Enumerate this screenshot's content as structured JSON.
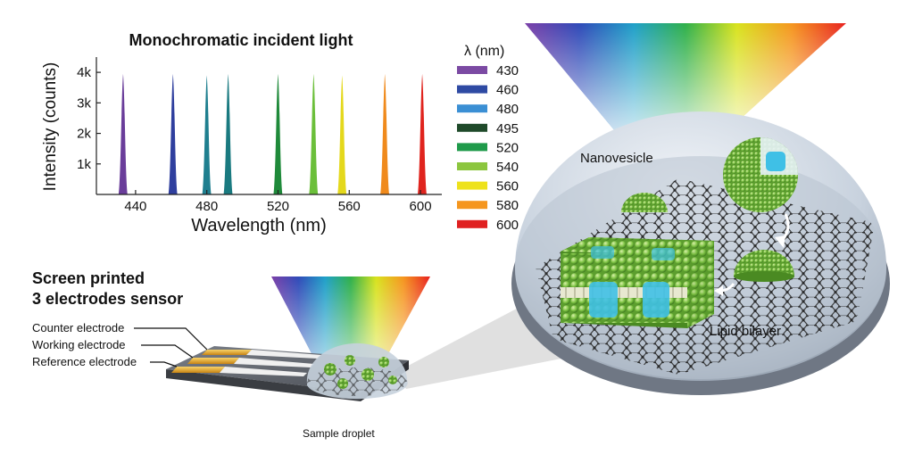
{
  "spectrum_chart": {
    "title": "Monochromatic incident light",
    "xlabel": "Wavelength (nm)",
    "ylabel": "Intensity (counts)",
    "x_ticks": [
      "440",
      "480",
      "520",
      "560",
      "600"
    ],
    "x_tick_values": [
      440,
      480,
      520,
      560,
      600
    ],
    "y_ticks": [
      "1k",
      "2k",
      "3k",
      "4k"
    ],
    "y_tick_values": [
      1000,
      2000,
      3000,
      4000
    ],
    "xlim": [
      418,
      612
    ],
    "ylim": [
      0,
      4500
    ],
    "legend_title": "λ (nm)"
  },
  "chart_data": {
    "type": "area",
    "title": "Monochromatic incident light",
    "xlabel": "Wavelength (nm)",
    "ylabel": "Intensity (counts)",
    "xlim": [
      418,
      612
    ],
    "ylim": [
      0,
      4500
    ],
    "grid": false,
    "legend_placement": "right",
    "series": [
      {
        "name": "430",
        "peak_x": 433,
        "peak_y": 3950,
        "color": "#6a3d9a"
      },
      {
        "name": "460",
        "peak_x": 461,
        "peak_y": 3950,
        "color": "#2f3f9e"
      },
      {
        "name": "480",
        "peak_x": 480,
        "peak_y": 3900,
        "color": "#1f7f8f"
      },
      {
        "name": "495",
        "peak_x": 492,
        "peak_y": 3950,
        "color": "#1a7a80"
      },
      {
        "name": "520",
        "peak_x": 520,
        "peak_y": 3950,
        "color": "#1f8a3a"
      },
      {
        "name": "540",
        "peak_x": 540,
        "peak_y": 3950,
        "color": "#6bbf3a"
      },
      {
        "name": "560",
        "peak_x": 556,
        "peak_y": 3900,
        "color": "#e4d81c"
      },
      {
        "name": "580",
        "peak_x": 580,
        "peak_y": 3950,
        "color": "#f08a1c"
      },
      {
        "name": "600",
        "peak_x": 601,
        "peak_y": 3950,
        "color": "#e0241e"
      }
    ]
  },
  "legend": {
    "title": "λ (nm)",
    "items": [
      {
        "label": "430",
        "color": "#7b4aa3"
      },
      {
        "label": "460",
        "color": "#2e4aa3"
      },
      {
        "label": "480",
        "color": "#3b8fd4"
      },
      {
        "label": "495",
        "color": "#1f4a2a"
      },
      {
        "label": "520",
        "color": "#1f9a4a"
      },
      {
        "label": "540",
        "color": "#8cc63f"
      },
      {
        "label": "560",
        "color": "#eee21c"
      },
      {
        "label": "580",
        "color": "#f5961e"
      },
      {
        "label": "600",
        "color": "#e02020"
      }
    ]
  },
  "sensor": {
    "title_line1": "Screen printed",
    "title_line2": "3 electrodes sensor",
    "counter_label": "Counter electrode",
    "working_label": "Working electrode",
    "reference_label": "Reference electrode",
    "droplet_label": "Sample droplet"
  },
  "zoom": {
    "nanovesicle_label": "Nanovesicle",
    "bilayer_label": "Lipid bilayer"
  },
  "colors": {
    "electrode_gold": "#e8a824",
    "substrate": "#5a5e66",
    "dome": "#c9d4e0",
    "lipid_green": "#7cc242",
    "protein_cyan": "#3fc0e6",
    "graphene": "#333333"
  }
}
